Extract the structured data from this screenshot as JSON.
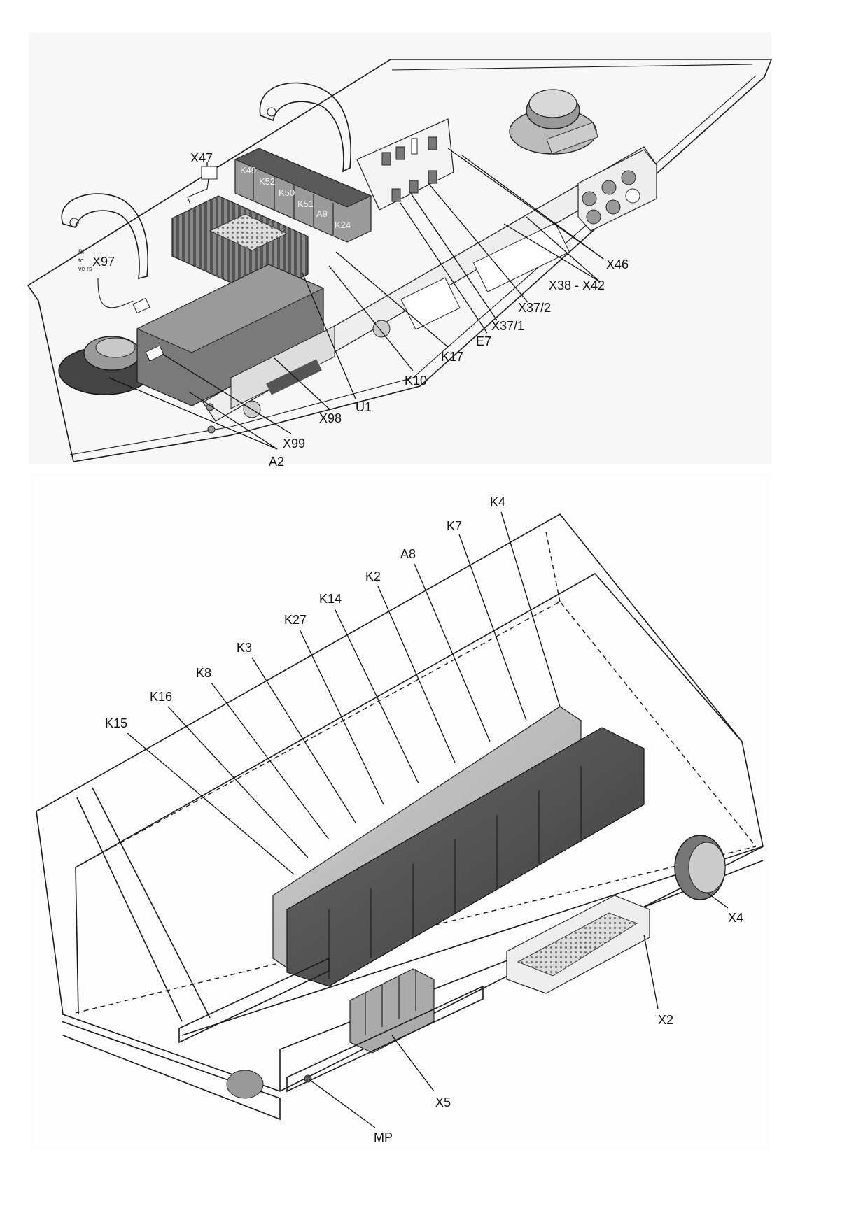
{
  "diagram": {
    "top_assembly": {
      "labels": {
        "x47": "X47",
        "x97": "X97",
        "x46": "X46",
        "x38_x42": "X38 - X42",
        "x37_2": "X37/2",
        "x37_1": "X37/1",
        "e7": "E7",
        "k17": "K17",
        "k10": "K10",
        "u1": "U1",
        "x98": "X98",
        "x99": "X99",
        "a2": "A2"
      },
      "relay_labels": [
        "K49",
        "K52",
        "K50",
        "K51",
        "A9",
        "K24"
      ],
      "tiny_note": [
        "Bl",
        "to",
        "ve rs"
      ]
    },
    "bottom_assembly": {
      "labels": {
        "k4": "K4",
        "k7": "K7",
        "a8": "A8",
        "k2": "K2",
        "k14": "K14",
        "k27": "K27",
        "k3": "K3",
        "k8": "K8",
        "k16": "K16",
        "k15": "K15",
        "x4": "X4",
        "x2": "X2",
        "x5": "X5",
        "mp": "MP"
      }
    }
  }
}
